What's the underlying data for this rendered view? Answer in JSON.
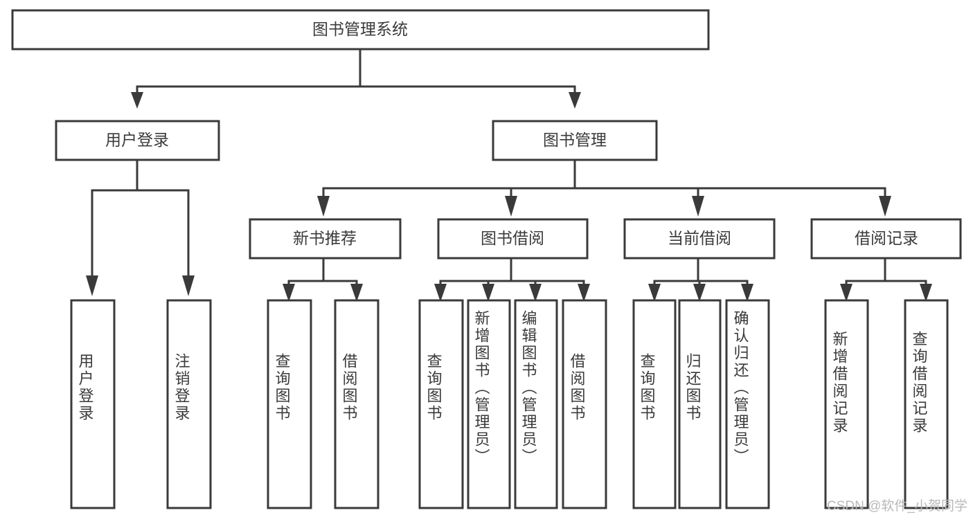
{
  "diagram": {
    "title": "图书管理系统",
    "type": "hierarchy-tree",
    "watermark": "CSDN @软件_小贺同学",
    "colors": {
      "stroke": "#3a3a3a",
      "text": "#3a3a3a",
      "background": "#ffffff",
      "watermark": "#b8b8b8"
    },
    "root": {
      "label": "图书管理系统"
    },
    "level2": [
      {
        "label": "用户登录"
      },
      {
        "label": "图书管理"
      }
    ],
    "level3": [
      {
        "label": "新书推荐"
      },
      {
        "label": "图书借阅"
      },
      {
        "label": "当前借阅"
      },
      {
        "label": "借阅记录"
      }
    ],
    "leaves": {
      "user_login": [
        {
          "label": "用户登录"
        },
        {
          "label": "注销登录"
        }
      ],
      "new_book_recommend": [
        {
          "label": "查询图书"
        },
        {
          "label": "借阅图书"
        }
      ],
      "book_borrow": [
        {
          "label": "查询图书"
        },
        {
          "label": "新增图书（管理员）"
        },
        {
          "label": "编辑图书（管理员）"
        },
        {
          "label": "借阅图书"
        }
      ],
      "current_borrow": [
        {
          "label": "查询图书"
        },
        {
          "label": "归还图书"
        },
        {
          "label": "确认归还（管理员）"
        }
      ],
      "borrow_record": [
        {
          "label": "新增借阅记录"
        },
        {
          "label": "查询借阅记录"
        }
      ]
    }
  }
}
